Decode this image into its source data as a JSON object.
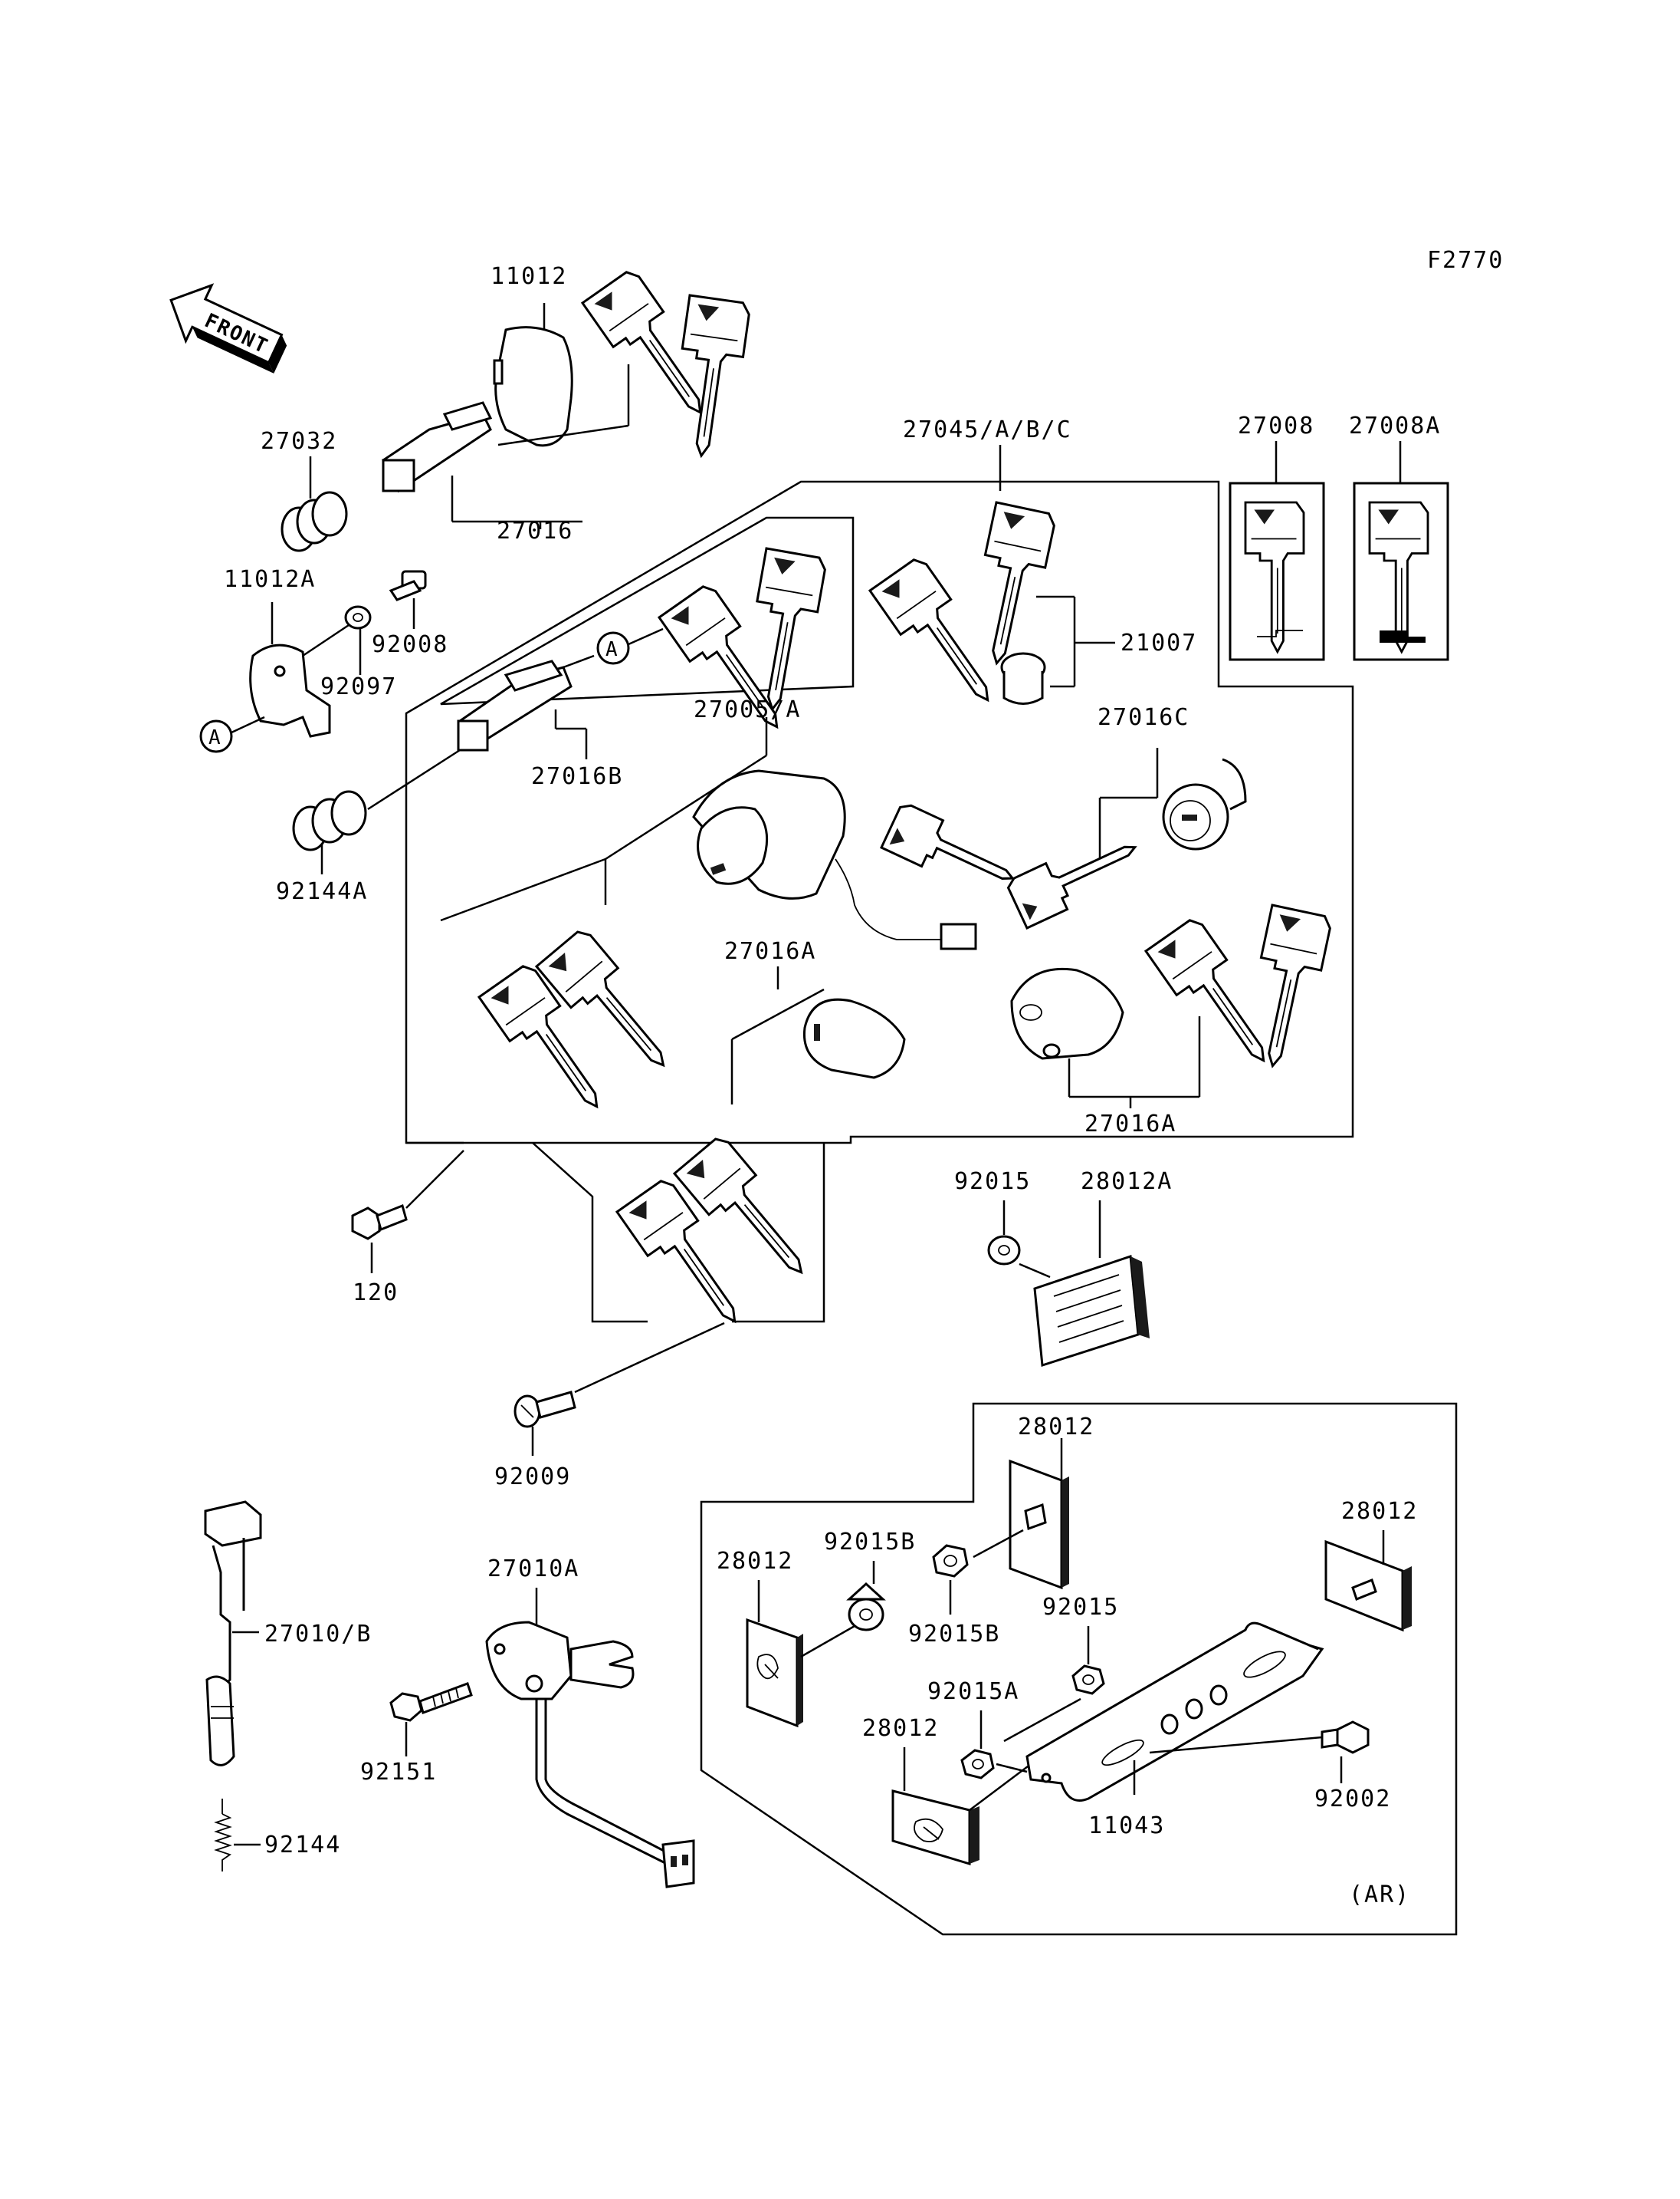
{
  "figure_code": "F2770",
  "front_label": "FRONT",
  "circle_marker": "A",
  "region_note": "(AR)",
  "callouts": {
    "p11012": "11012",
    "p27032": "27032",
    "p27016": "27016",
    "p11012A": "11012A",
    "p92008": "92008",
    "p92097": "92097",
    "p27045": "27045/A/B/C",
    "p27008": "27008",
    "p27008A": "27008A",
    "p21007": "21007",
    "p27005": "27005/A",
    "p27016C": "27016C",
    "p27016B": "27016B",
    "p92144A": "92144A",
    "p27016A_top": "27016A",
    "p27016A_right": "27016A",
    "p120": "120",
    "p92015_top": "92015",
    "p28012A": "28012A",
    "p92009": "92009",
    "p28012_a": "28012",
    "p28012_b": "28012",
    "p28012_c": "28012",
    "p28012_d": "28012",
    "p92015B_a": "92015B",
    "p92015B_b": "92015B",
    "p92015_b": "92015",
    "p92015A": "92015A",
    "p27010A": "27010A",
    "p27010B": "27010/B",
    "p92151": "92151",
    "p92144": "92144",
    "p92002": "92002",
    "p11043": "11043"
  }
}
